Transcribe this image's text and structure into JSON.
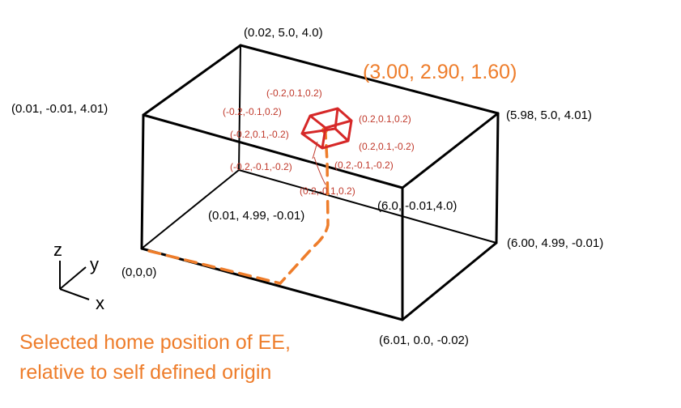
{
  "colors": {
    "box_edges": "#000000",
    "ee_box": "#d62828",
    "ee_labels": "#c0392b",
    "highlight": "#ee7d2b"
  },
  "box_corners": {
    "top_back_left": "(0.02, 5.0, 4.0)",
    "top_front_left": "(0.01, -0.01, 4.01)",
    "top_back_right": "(5.98, 5.0, 4.01)",
    "top_front_right": "(6.0, -0.01,4.0)",
    "bottom_back_left": "(0.01, 4.99, -0.01)",
    "bottom_back_right": "(6.00, 4.99, -0.01)",
    "origin": "(0,0,0)",
    "bottom_front_right": "(6.01, 0.0, -0.02)"
  },
  "ee_home_coordinate": "(3.00, 2.90, 1.60)",
  "ee_corners": [
    "(-0.2,0.1,0.2)",
    "(-0.2,-0.1,0.2)",
    "(-0.2,0.1,-0.2)",
    "(-0.2,-0.1,-0.2)",
    "(0.2,0.1,0.2)",
    "(0.2,0.1,-0.2)",
    "(0.2,-0.1,-0.2)",
    "(0.2,-0.1,0.2)"
  ],
  "axes": {
    "z": "z",
    "y": "y",
    "x": "x"
  },
  "caption": {
    "line1": "Selected home position of EE,",
    "line2": "relative to self defined origin"
  }
}
